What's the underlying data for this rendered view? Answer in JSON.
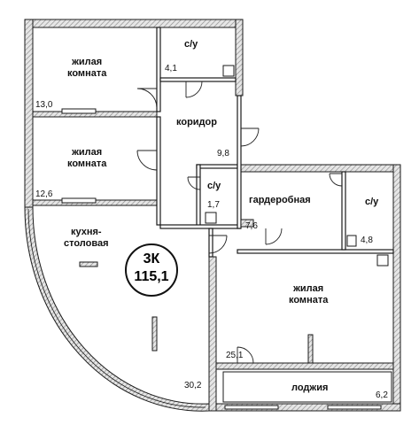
{
  "apartment": {
    "type": "3К",
    "total_area": "115,1"
  },
  "rooms": {
    "living_1": {
      "name": "жилая\nкомната",
      "area": "13,0"
    },
    "bath_1": {
      "name": "с/у",
      "area": "4,1"
    },
    "corridor": {
      "name": "коридор",
      "area": "9,8"
    },
    "living_2": {
      "name": "жилая\nкомната",
      "area": "12,6"
    },
    "bath_2": {
      "name": "с/у",
      "area": "1,7"
    },
    "wardrobe": {
      "name": "гардеробная",
      "area": "7,6"
    },
    "bath_3": {
      "name": "с/у",
      "area": "4,8"
    },
    "kitchen": {
      "name": "кухня-\nстоловая",
      "area": "30,2"
    },
    "living_3": {
      "name": "жилая\nкомната",
      "area": "25,1"
    },
    "loggia": {
      "name": "лоджия",
      "area": "6,2"
    }
  },
  "colors": {
    "wall": "#1a1a1a",
    "wall_fill": "#d9d9d9",
    "hatch": "#9a9a9a",
    "line": "#222222"
  }
}
